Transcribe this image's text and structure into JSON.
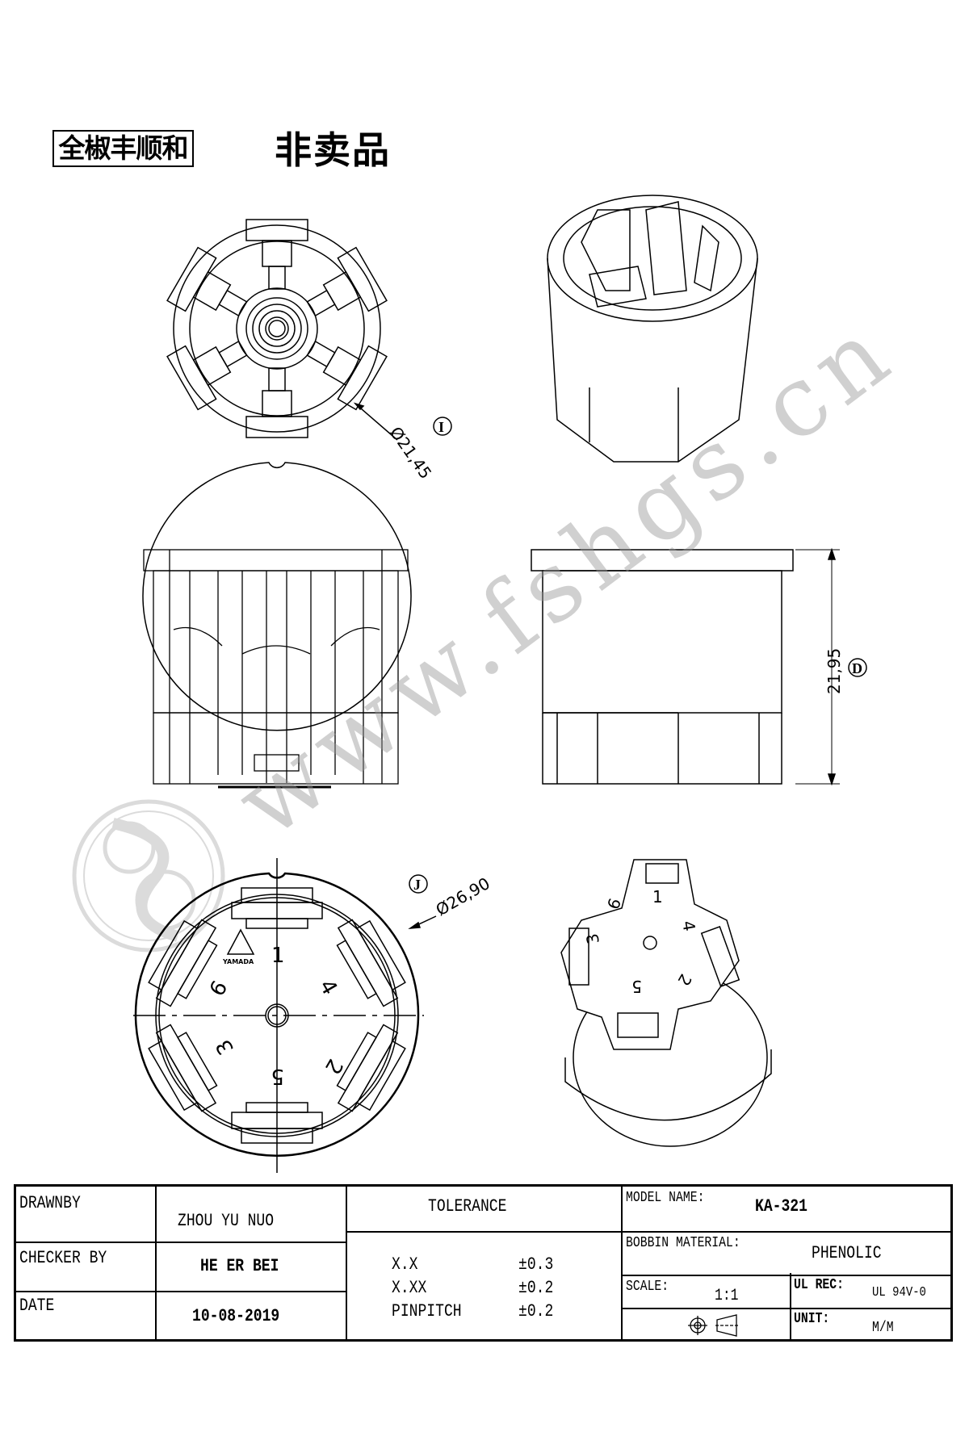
{
  "header": {
    "company": "全椒丰顺和",
    "notice": "非卖品"
  },
  "drawing": {
    "top_view_dim": "Ø21,45",
    "top_view_ref": "I",
    "side_view_dim": "21,95",
    "side_view_ref": "D",
    "bottom_view_dim": "Ø26,90",
    "bottom_view_ref": "J",
    "brand_mark": "YAMADA",
    "pin_numbers": [
      "1",
      "4",
      "2",
      "5",
      "3",
      "6"
    ],
    "iso_pin_numbers": [
      "1",
      "4",
      "2",
      "5",
      "3",
      "6"
    ]
  },
  "watermark": "www.fshgs.cn",
  "title_block": {
    "drawn_by_label": "DRAWNBY",
    "drawn_by": "ZHOU YU NUO",
    "checker_label": "CHECKER BY",
    "checker": "HE ER BEI",
    "date_label": "DATE",
    "date": "10-08-2019",
    "tolerance_label": "TOLERANCE",
    "tolerances": [
      {
        "name": "X.X",
        "value": "±0.3"
      },
      {
        "name": "X.XX",
        "value": "±0.2"
      },
      {
        "name": "PINPITCH",
        "value": "±0.2"
      }
    ],
    "model_label": "MODEL NAME:",
    "model": "KA-321",
    "material_label": "BOBBIN MATERIAL:",
    "material": "PHENOLIC",
    "scale_label": "SCALE:",
    "scale": "1:1",
    "ul_label": "UL REC:",
    "ul": "UL 94V-0",
    "unit_label": "UNIT:",
    "unit": "M/M"
  }
}
